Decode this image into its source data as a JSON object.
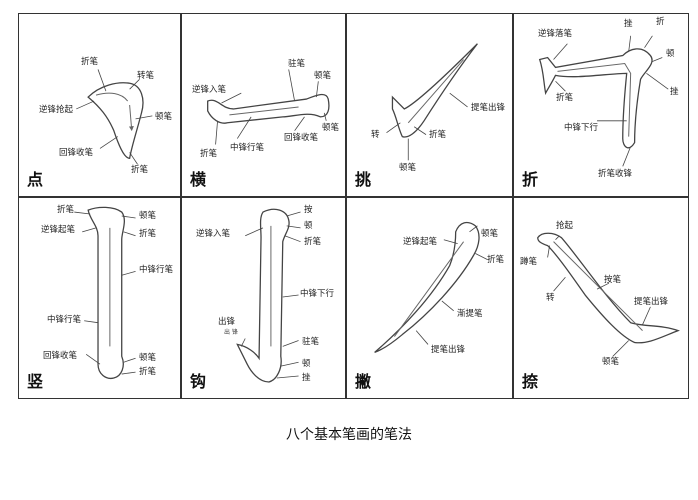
{
  "panels": [
    {
      "id": "dian",
      "title": "点",
      "labels": [
        "折笔",
        "转笔",
        "逆锋抢起",
        "顿笔",
        "回锋收笔",
        "折笔"
      ]
    },
    {
      "id": "heng",
      "title": "横",
      "labels": [
        "驻笔",
        "顿笔",
        "逆锋入笔",
        "中锋行笔",
        "折笔",
        "回锋收笔",
        "顿笔"
      ]
    },
    {
      "id": "tiao",
      "title": "挑",
      "labels": [
        "提笔出锋",
        "转",
        "折笔",
        "顿笔"
      ]
    },
    {
      "id": "zhe",
      "title": "折",
      "labels": [
        "逆锋落笔",
        "挫",
        "折",
        "顿",
        "挫",
        "折笔",
        "中锋下行",
        "折笔收锋"
      ]
    },
    {
      "id": "shu",
      "title": "竖",
      "labels": [
        "折笔",
        "顿笔",
        "逆锋起笔",
        "折笔",
        "中锋行笔",
        "中锋行笔",
        "回锋收笔",
        "顿笔",
        "折笔"
      ]
    },
    {
      "id": "gou",
      "title": "钩",
      "labels": [
        "按",
        "逆锋入笔",
        "顿",
        "折笔",
        "中锋下行",
        "出锋",
        "驻笔",
        "顿",
        "挫"
      ]
    },
    {
      "id": "pie",
      "title": "撇",
      "labels": [
        "顿笔",
        "逆锋起笔",
        "折笔",
        "渐提笔",
        "提笔出锋"
      ]
    },
    {
      "id": "na",
      "title": "捺",
      "labels": [
        "抢起",
        "蹲笔",
        "按笔",
        "转",
        "提笔出锋",
        "顿笔"
      ]
    }
  ],
  "extra_small_text": "出 锋",
  "caption": "八个基本笔画的笔法"
}
